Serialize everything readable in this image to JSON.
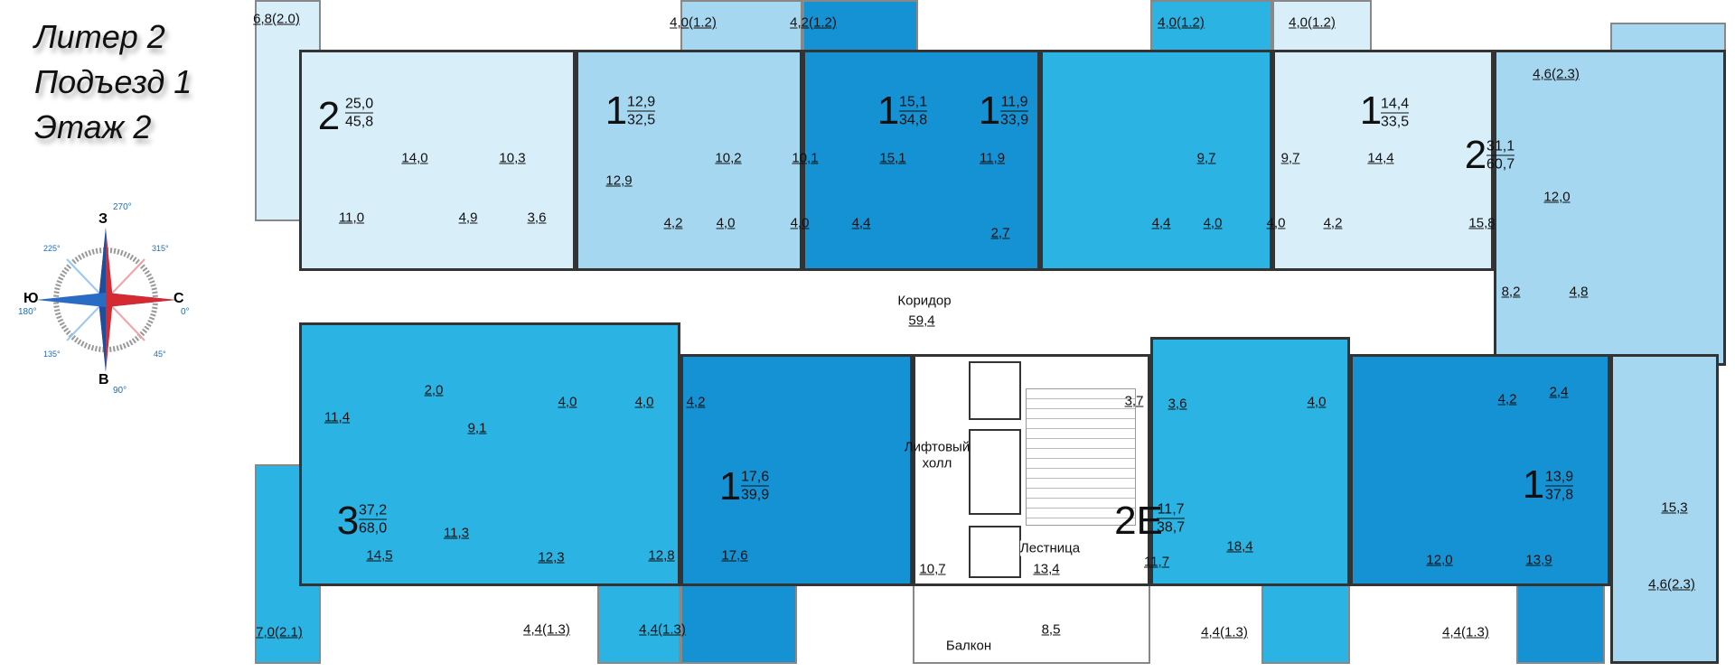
{
  "header": {
    "line1": "Литер 2",
    "line2": "Подъезд 1",
    "line3": "Этаж 2"
  },
  "compass": {
    "n": "З",
    "e": "С",
    "s": "В",
    "w": "Ю",
    "deg_n": "270°",
    "deg_e": "0°",
    "deg_s": "90°",
    "deg_w": "180°",
    "deg_ne": "315°",
    "deg_nw": "225°",
    "deg_se": "45°",
    "deg_sw": "135°"
  },
  "colors": {
    "light": "#d8eef9",
    "pale": "#a6d7f0",
    "mid": "#2ab3e3",
    "deep": "#1592d4"
  },
  "apartments": [
    {
      "rooms": "2",
      "living": "25,0",
      "total": "45,8",
      "areas": [
        "6,8(2.0)",
        "14,0",
        "10,3",
        "11,0",
        "4,9",
        "3,6"
      ]
    },
    {
      "rooms": "1",
      "living": "12,9",
      "total": "32,5",
      "areas": [
        "4,0(1.2)",
        "12,9",
        "10,2",
        "4,2",
        "4,0"
      ]
    },
    {
      "rooms": "1",
      "living": "15,1",
      "total": "34,8",
      "areas": [
        "4,2(1.2)",
        "10,1",
        "4,0",
        "4,4",
        "15,1"
      ]
    },
    {
      "rooms": "1",
      "living": "11,9",
      "total": "33,9",
      "areas": [
        "4,0(1.2)",
        "11,9",
        "2,7",
        "9,7",
        "4,0",
        "4,4"
      ]
    },
    {
      "rooms": "1",
      "living": "14,4",
      "total": "33,5",
      "areas": [
        "4,0(1.2)",
        "9,7",
        "4,0",
        "4,2",
        "14,4"
      ]
    },
    {
      "rooms": "2",
      "living": "31,1",
      "total": "60,7",
      "areas": [
        "4,6(2.3)",
        "15,8",
        "12,0",
        "8,2",
        "4,8",
        "15,3",
        "4,6(2.3)"
      ]
    },
    {
      "rooms": "3",
      "living": "37,2",
      "total": "68,0",
      "areas": [
        "7,0(2.1)",
        "11,4",
        "2,0",
        "9,1",
        "4,0",
        "11,3",
        "14,5",
        "12,3",
        "4,4(1.3)"
      ]
    },
    {
      "rooms": "1",
      "living": "17,6",
      "total": "39,9",
      "areas": [
        "4,0",
        "4,2",
        "12,8",
        "17,6",
        "4,4(1.3)"
      ]
    },
    {
      "rooms": "2E",
      "living": "11,7",
      "total": "38,7",
      "areas": [
        "3,7",
        "3,6",
        "11,7",
        "18,4",
        "4,4(1.3)"
      ]
    },
    {
      "rooms": "1",
      "living": "13,9",
      "total": "37,8",
      "areas": [
        "4,0",
        "4,2",
        "2,4",
        "12,0",
        "13,9",
        "4,4(1.3)"
      ]
    }
  ],
  "common": {
    "corridor": "Коридор",
    "corridor_area": "59,4",
    "lift_hall_1": "Лифтовый",
    "lift_hall_2": "холл",
    "lift_hall_area": "10,7",
    "stairs": "Лестница",
    "stairs_area": "13,4",
    "balcony": "Балкон",
    "balcony_area": "8,5"
  }
}
